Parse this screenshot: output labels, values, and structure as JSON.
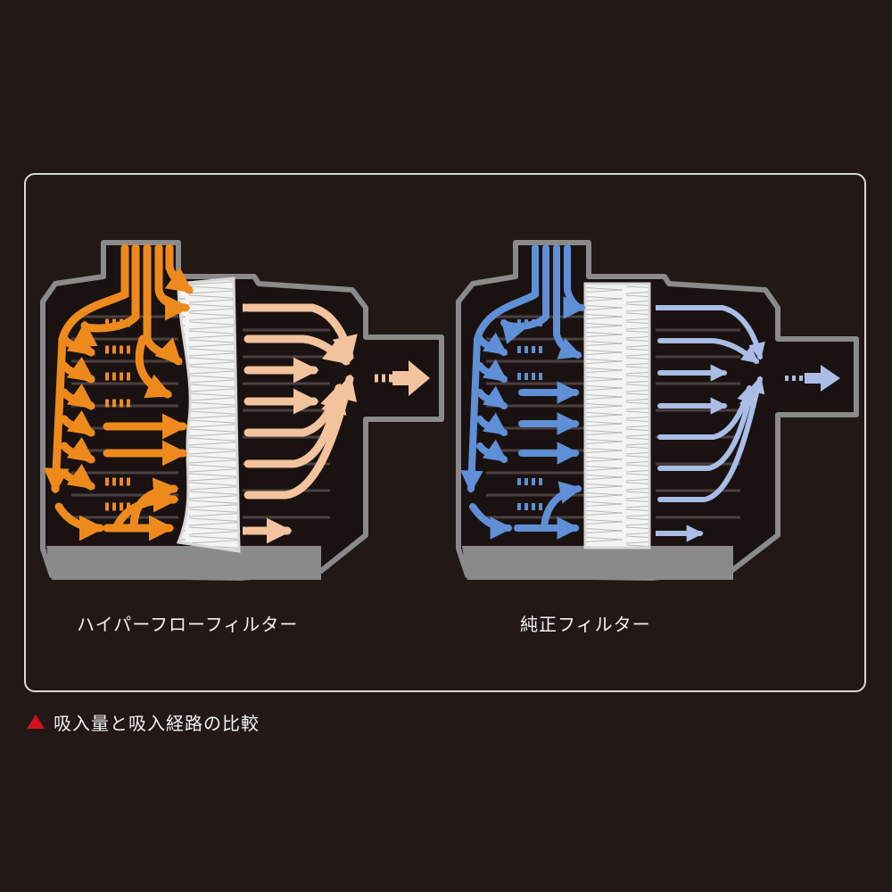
{
  "panels": {
    "left": {
      "label": "ハイパーフローフィルター"
    },
    "right": {
      "label": "純正フィルター"
    }
  },
  "caption": {
    "text": "吸入量と吸入経路の比較"
  },
  "colors": {
    "background": "#221816",
    "frame": "#d9d9d9",
    "housing": "#8a8a8a",
    "hyperflow_inlet": "#ee8a1c",
    "hyperflow_outlet": "#f2c39c",
    "stock_inlet": "#5f8fd6",
    "stock_outlet": "#a9bde6",
    "caption_triangle": "#d0121b"
  },
  "icons": {
    "caption_marker": "red-triangle-icon"
  }
}
